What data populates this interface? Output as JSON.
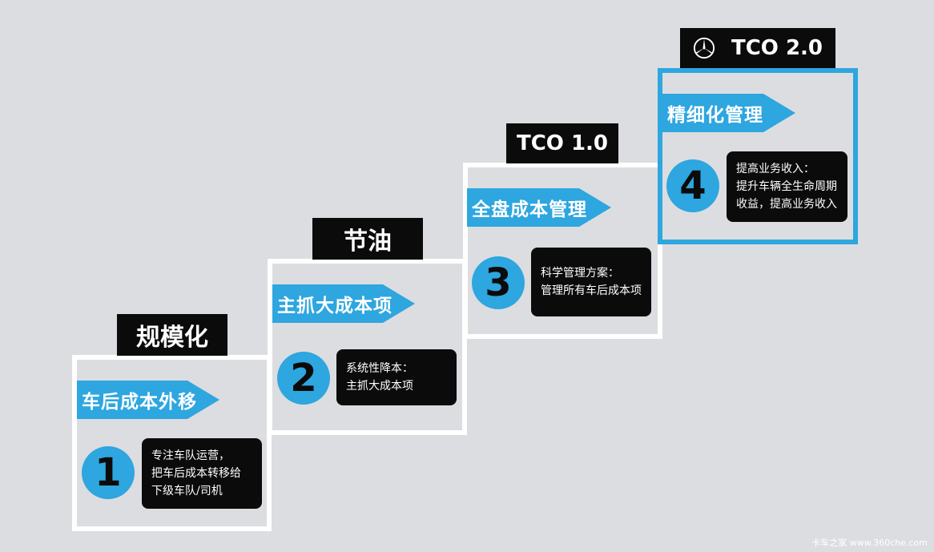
{
  "steps": [
    {
      "tag": "规模化",
      "banner": "车后成本外移",
      "number": "1",
      "desc": [
        "专注车队运营，",
        "把车后成本转移给",
        "下级车队/司机"
      ]
    },
    {
      "tag": "节油",
      "banner": "主抓大成本项",
      "number": "2",
      "desc": [
        "系统性降本：",
        "主抓大成本项"
      ]
    },
    {
      "tag": "TCO 1.0",
      "banner": "全盘成本管理",
      "number": "3",
      "desc": [
        "科学管理方案：",
        "管理所有车后成本项"
      ]
    },
    {
      "tag": "TCO 2.0",
      "tag_icon": "mercedes-star-icon",
      "banner": "精细化管理",
      "number": "4",
      "desc": [
        "提高业务收入：",
        "提升车辆全生命周期",
        "收益，提高业务收入"
      ]
    }
  ],
  "watermark": "卡车之家 www.360che.com",
  "colors": {
    "background": "#dcdde0",
    "accent_blue": "#2ea6df",
    "black": "#0b0b0b",
    "white": "#ffffff"
  }
}
